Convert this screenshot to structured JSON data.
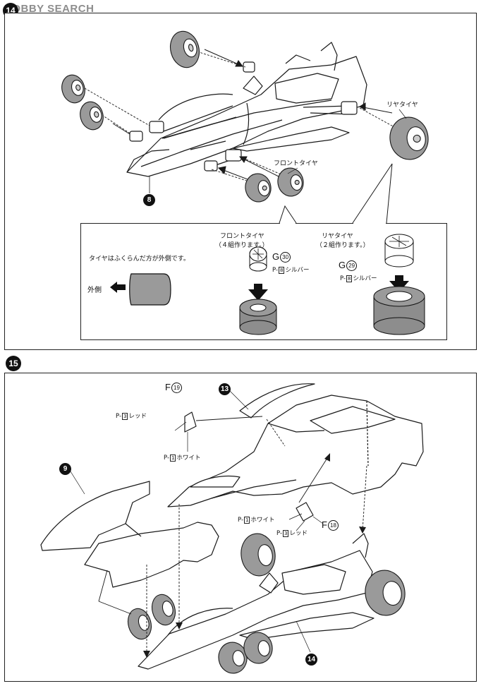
{
  "watermark": "HOBBY SEARCH",
  "step14": {
    "number": "14",
    "callout_subassembly": "8",
    "label_rear_tire": "リヤタイヤ",
    "label_front_tire": "フロントタイヤ",
    "inset": {
      "note": "タイヤはふくらんだ方が外側です。",
      "outside_label": "外側",
      "front": {
        "title": "フロントタイヤ",
        "qty": "（４組作ります。）",
        "part_letter": "G",
        "part_number": "30",
        "paint_code": "8",
        "paint_name": "シルバー"
      },
      "rear": {
        "title": "リヤタイヤ",
        "qty": "（２組作ります。）",
        "part_letter": "G",
        "part_number": "29",
        "paint_code": "8",
        "paint_name": "シルバー"
      }
    }
  },
  "step15": {
    "number": "15",
    "callout_top_body": "13",
    "callout_side_panel": "9",
    "callout_chassis": "14",
    "part_f19": {
      "letter": "F",
      "number": "19"
    },
    "part_f18": {
      "letter": "F",
      "number": "18"
    },
    "paint_red_1": {
      "code": "3",
      "name": "レッド"
    },
    "paint_white_1": {
      "code": "1",
      "name": "ホワイト"
    },
    "paint_white_2": {
      "code": "1",
      "name": "ホワイト"
    },
    "paint_red_2": {
      "code": "3",
      "name": "レッド"
    }
  },
  "paint_prefix": "P-",
  "colors": {
    "line": "#1a1a1a",
    "tire_gray": "#9a9a9a",
    "tire_dark": "#7e7e7e",
    "badge": "#111111"
  }
}
